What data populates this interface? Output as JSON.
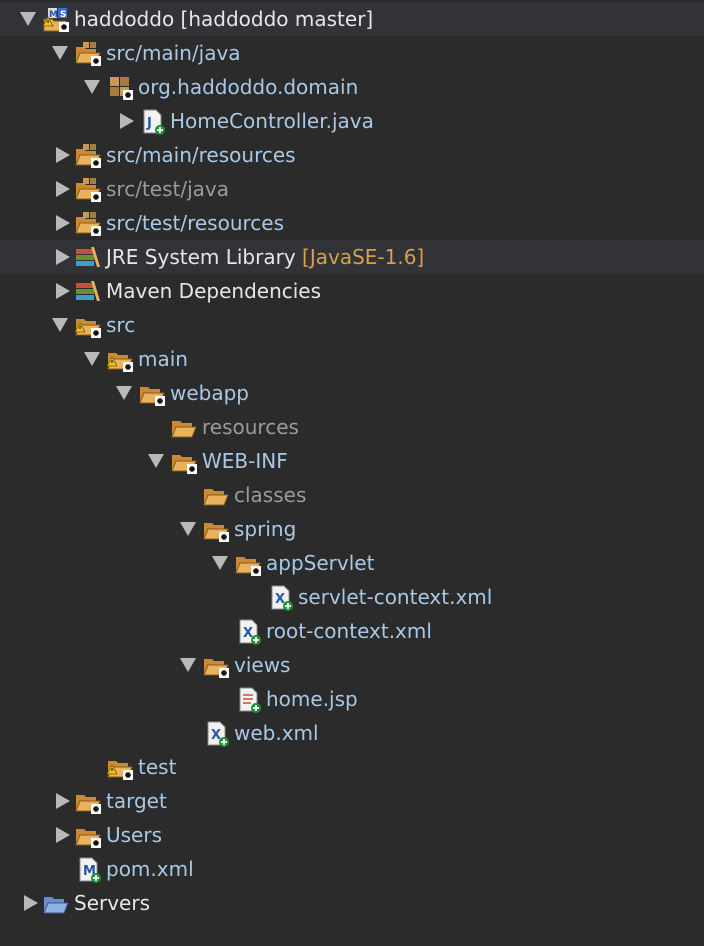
{
  "colors": {
    "background": "#2b2b2b",
    "selected_row": "#323336",
    "link_label": "#a9c8e6",
    "plain_label": "#e6e6e6",
    "dim_label": "#9a9a9a",
    "decoration": "#d4a24a",
    "folder": "#e8b25e",
    "package": "#c99a57"
  },
  "tree": [
    {
      "label": "haddoddo [haddoddo master]",
      "depth": 0,
      "twisty": "open",
      "icon": "maven-project-icon",
      "style": "plain",
      "selected": true
    },
    {
      "label": "src/main/java",
      "depth": 1,
      "twisty": "open",
      "icon": "source-folder-icon",
      "style": "link"
    },
    {
      "label": "org.haddoddo.domain",
      "depth": 2,
      "twisty": "open",
      "icon": "package-icon",
      "style": "link"
    },
    {
      "label": "HomeController.java",
      "depth": 3,
      "twisty": "closed",
      "icon": "java-file-icon",
      "style": "link"
    },
    {
      "label": "src/main/resources",
      "depth": 1,
      "twisty": "closed",
      "icon": "source-folder-icon",
      "style": "link"
    },
    {
      "label": "src/test/java",
      "depth": 1,
      "twisty": "closed",
      "icon": "source-folder-icon",
      "style": "dim"
    },
    {
      "label": "src/test/resources",
      "depth": 1,
      "twisty": "closed",
      "icon": "source-folder-icon",
      "style": "link"
    },
    {
      "label": "JRE System Library",
      "decoration": "[JavaSE-1.6]",
      "depth": 1,
      "twisty": "closed",
      "icon": "library-icon",
      "style": "plain",
      "selected": true
    },
    {
      "label": "Maven Dependencies",
      "depth": 1,
      "twisty": "closed",
      "icon": "library-icon",
      "style": "plain"
    },
    {
      "label": "src",
      "depth": 1,
      "twisty": "open",
      "icon": "warning-folder-icon",
      "style": "link"
    },
    {
      "label": "main",
      "depth": 2,
      "twisty": "open",
      "icon": "warning-folder-icon",
      "style": "link"
    },
    {
      "label": "webapp",
      "depth": 3,
      "twisty": "open",
      "icon": "tracked-folder-icon",
      "style": "link"
    },
    {
      "label": "resources",
      "depth": 4,
      "twisty": "none",
      "icon": "folder-icon",
      "style": "dim"
    },
    {
      "label": "WEB-INF",
      "depth": 4,
      "twisty": "open",
      "icon": "tracked-folder-icon",
      "style": "link"
    },
    {
      "label": "classes",
      "depth": 5,
      "twisty": "none",
      "icon": "folder-icon",
      "style": "dim"
    },
    {
      "label": "spring",
      "depth": 5,
      "twisty": "open",
      "icon": "tracked-folder-icon",
      "style": "link"
    },
    {
      "label": "appServlet",
      "depth": 6,
      "twisty": "open",
      "icon": "tracked-folder-icon",
      "style": "link"
    },
    {
      "label": "servlet-context.xml",
      "depth": 7,
      "twisty": "none",
      "icon": "xml-file-icon",
      "style": "link"
    },
    {
      "label": "root-context.xml",
      "depth": 6,
      "twisty": "none",
      "icon": "xml-file-icon",
      "style": "link"
    },
    {
      "label": "views",
      "depth": 5,
      "twisty": "open",
      "icon": "tracked-folder-icon",
      "style": "link"
    },
    {
      "label": "home.jsp",
      "depth": 6,
      "twisty": "none",
      "icon": "jsp-file-icon",
      "style": "link"
    },
    {
      "label": "web.xml",
      "depth": 5,
      "twisty": "none",
      "icon": "xml-file-icon",
      "style": "link"
    },
    {
      "label": "test",
      "depth": 2,
      "twisty": "none",
      "icon": "warning-folder-icon",
      "style": "link"
    },
    {
      "label": "target",
      "depth": 1,
      "twisty": "closed",
      "icon": "tracked-folder-icon",
      "style": "link"
    },
    {
      "label": "Users",
      "depth": 1,
      "twisty": "closed",
      "icon": "tracked-folder-icon",
      "style": "link"
    },
    {
      "label": "pom.xml",
      "depth": 1,
      "twisty": "none",
      "icon": "maven-pom-icon",
      "style": "link"
    },
    {
      "label": "Servers",
      "depth": 0,
      "twisty": "closed",
      "icon": "open-folder-icon",
      "style": "plain"
    }
  ]
}
